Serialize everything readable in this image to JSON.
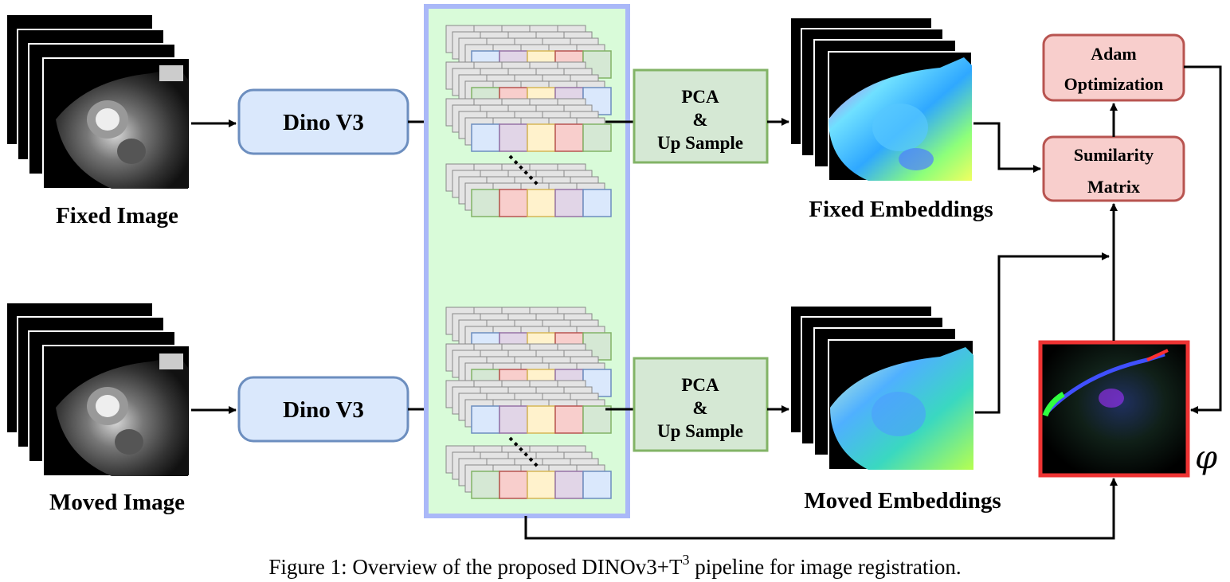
{
  "inputs": {
    "fixed_label": "Fixed Image",
    "moved_label": "Moved Image"
  },
  "encoder": {
    "top_label": "Dino V3",
    "bottom_label": "Dino V3"
  },
  "pca": {
    "line1": "PCA",
    "line2": "&",
    "line3": "Up Sample"
  },
  "embeddings": {
    "fixed_label": "Fixed Embeddings",
    "moved_label": "Moved Embeddings"
  },
  "optim": {
    "adam_line1": "Adam",
    "adam_line2": "Optimization",
    "sim_line1": "Sumilarity",
    "sim_line2": "Matrix"
  },
  "field": {
    "symbol": "φ"
  },
  "caption": {
    "prefix": "Figure 1: Overview of the proposed DINOv3+T",
    "superscript": "3",
    "suffix": " pipeline for image registration."
  },
  "colors": {
    "encoder_fill": "#dae8fc",
    "encoder_stroke": "#6c8ebf",
    "pca_fill": "#d5e8d4",
    "pca_stroke": "#82b366",
    "optim_fill": "#f8cecc",
    "optim_stroke": "#b85450",
    "token_panel_fill": "#d9fbd9",
    "token_panel_stroke": "#aab8f8",
    "field_border": "#ee3333",
    "token_blue": "#dae8fc",
    "token_purple": "#e1d5e7",
    "token_yellow": "#fff2cc",
    "token_red": "#f8cecc",
    "token_green": "#d5e8d4"
  },
  "icons": {
    "mri": "mri-slice-icon",
    "embedding": "embedding-map-icon",
    "field": "deformation-field-icon"
  }
}
